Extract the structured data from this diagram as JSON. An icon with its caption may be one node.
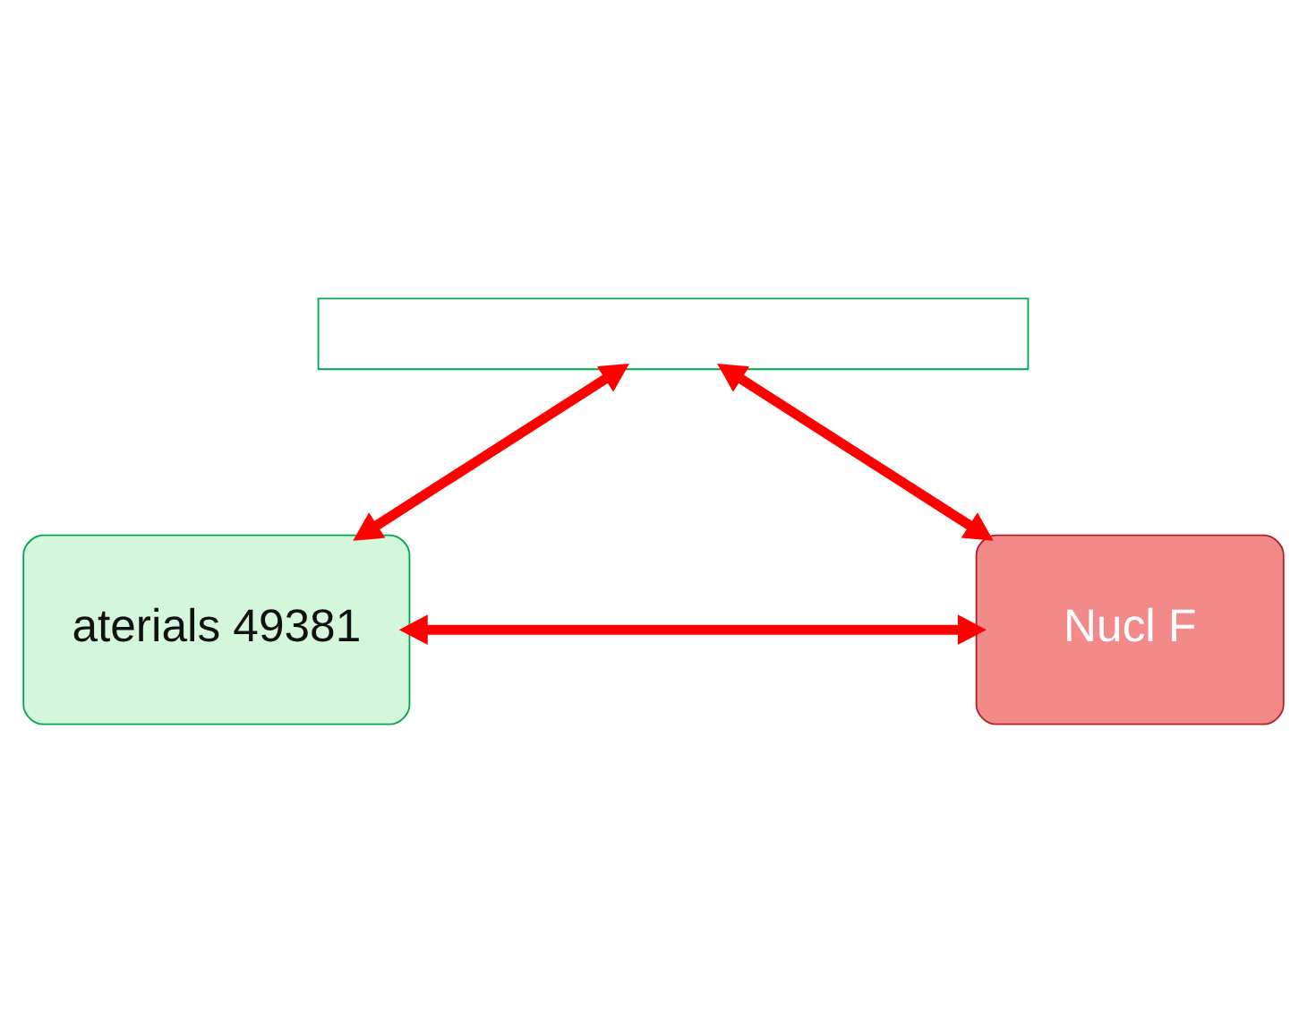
{
  "diagram": {
    "nodes": [
      {
        "text": [],
        "shape": "box"
      },
      {
        "text": [
          "aterials 49381"
        ]
      },
      {
        "text": [
          "Nucl F"
        ]
      }
    ],
    "edges": [
      {
        "from": 0,
        "to": 1,
        "arrow": "both"
      },
      {
        "from": 0,
        "to": 2,
        "arrow": "both"
      },
      {
        "from": 1,
        "to": 2,
        "arrow": "both"
      }
    ]
  }
}
